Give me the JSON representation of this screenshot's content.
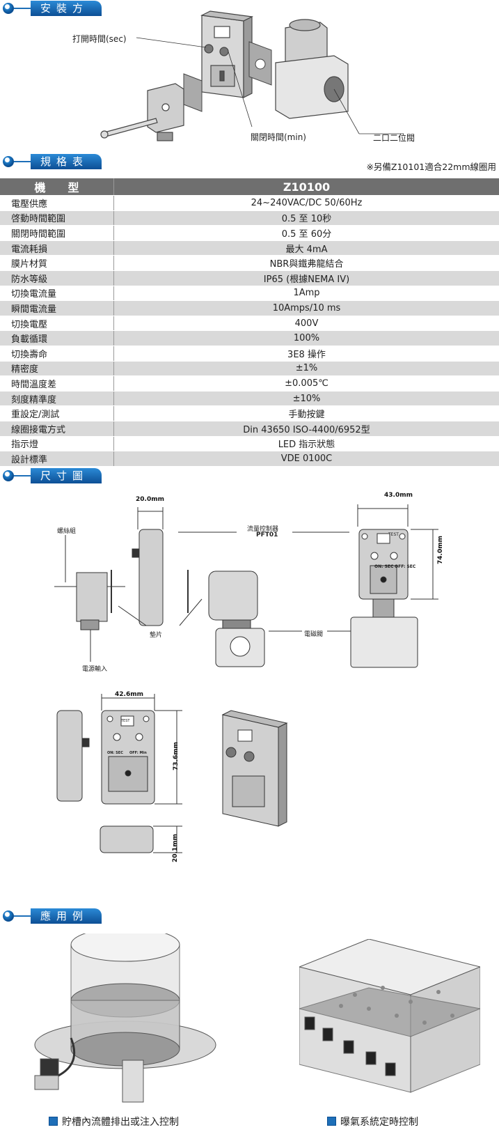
{
  "sections": {
    "install": "安裝方式",
    "spec": "規格表",
    "dimensions": "尺寸圖",
    "application": "應用例"
  },
  "install": {
    "open_time_label": "打開時間(sec)",
    "close_time_label": "關閉時間(min)",
    "valve_label": "二口二位閥"
  },
  "spec": {
    "note": "※另備Z10101適合22mm線圈用",
    "header_key": "機　　型",
    "header_value": "Z10100",
    "rows": [
      {
        "k": "電壓供應",
        "v": "24~240VAC/DC  50/60Hz"
      },
      {
        "k": "啓動時間範圍",
        "v": "0.5 至 10秒"
      },
      {
        "k": "關閉時間範圍",
        "v": "0.5 至 60分"
      },
      {
        "k": "電流耗損",
        "v": "最大 4mA"
      },
      {
        "k": "膜片材質",
        "v": "NBR與鐵弗龍結合"
      },
      {
        "k": "防水等級",
        "v": "IP65 (根據NEMA IV)"
      },
      {
        "k": "切換電流量",
        "v": "1Amp"
      },
      {
        "k": "瞬間電流量",
        "v": "10Amps/10 ms"
      },
      {
        "k": "切換電壓",
        "v": "400V"
      },
      {
        "k": "負載循環",
        "v": "100%"
      },
      {
        "k": "切換壽命",
        "v": "3E8 操作"
      },
      {
        "k": "精密度",
        "v": "±1%"
      },
      {
        "k": "時間溫度差",
        "v": "±0.005℃"
      },
      {
        "k": "刻度精準度",
        "v": "±10%"
      },
      {
        "k": "重設定/測試",
        "v": "手動按鍵"
      },
      {
        "k": "線圈接電方式",
        "v": "Din 43650 ISO-4400/6952型"
      },
      {
        "k": "指示燈",
        "v": "LED 指示狀態"
      },
      {
        "k": "設計標準",
        "v": "VDE 0100C"
      }
    ]
  },
  "dimensions": {
    "screw_set": "螺絲組",
    "flow_controller": "流量控制器",
    "model": "PFT01",
    "gasket": "墊片",
    "solenoid_valve": "電磁閥",
    "power_input": "電源輸入",
    "width1": "20.0mm",
    "width2": "43.0mm",
    "height1": "74.0mm",
    "width3": "42.6mm",
    "height2": "73.6mm",
    "depth": "20.1mm",
    "test": "TEST",
    "on_sec": "ON: SEC",
    "off_sec": "OFF: SEC",
    "on_sec2": "ON: SEC",
    "off_min": "OFF: Min"
  },
  "application": {
    "caption1": "貯槽內流體排出或注入控制",
    "caption2": "曝氣系統定時控制"
  }
}
